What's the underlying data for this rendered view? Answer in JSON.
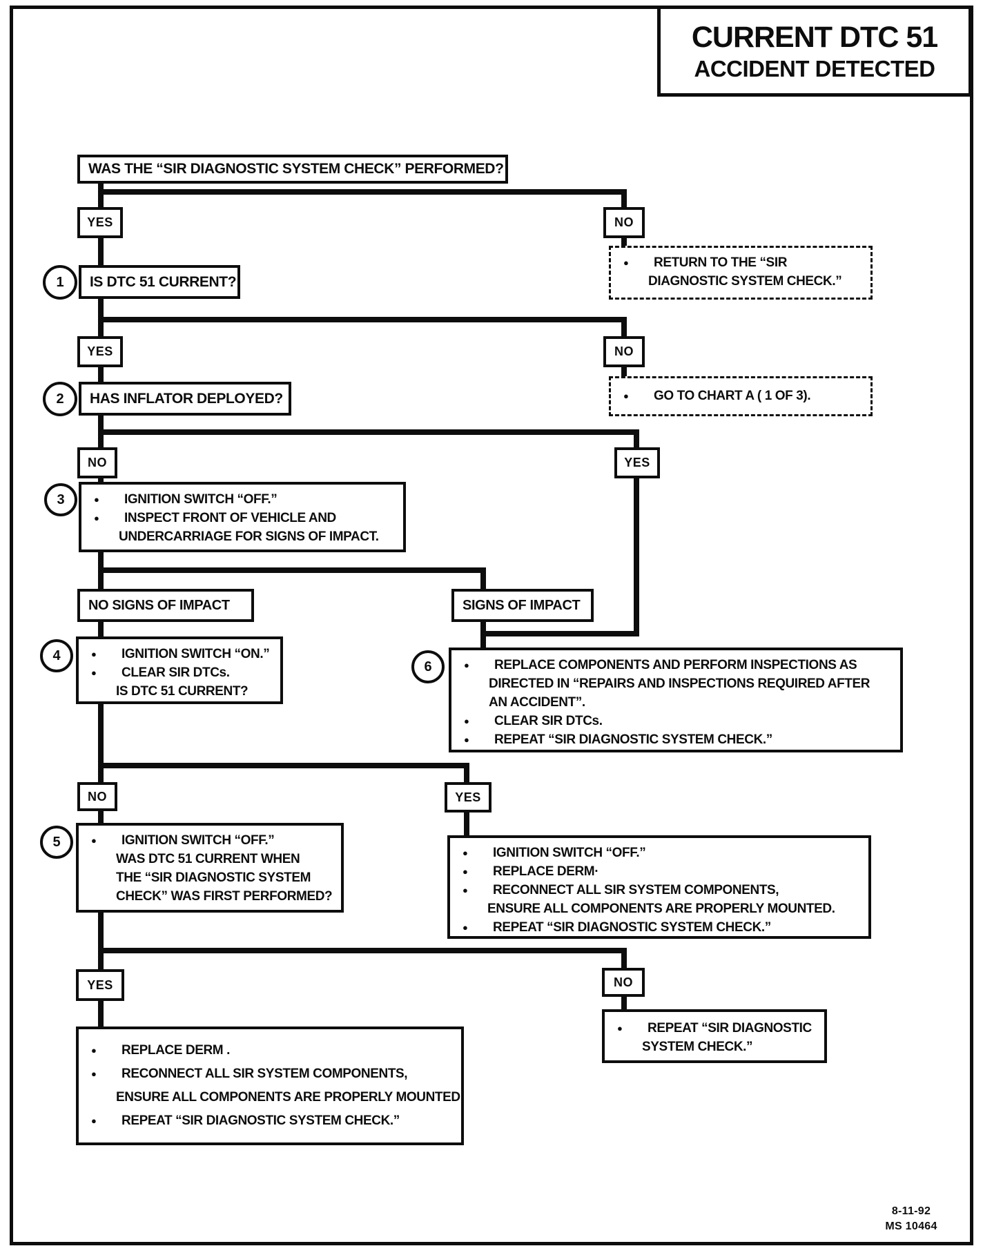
{
  "glyphs": {
    "bullet": "●"
  },
  "header": {
    "title_line1": "CURRENT DTC 51",
    "title_line2": "ACCIDENT DETECTED"
  },
  "labels": {
    "yes": "YES",
    "no": "NO",
    "no_signs": "NO SIGNS OF IMPACT",
    "signs": "SIGNS OF IMPACT"
  },
  "steps": {
    "s1": "1",
    "s2": "2",
    "s3": "3",
    "s4": "4",
    "s5": "5",
    "s6": "6"
  },
  "questions": {
    "q1": "WAS THE “SIR DIAGNOSTIC SYSTEM CHECK” PERFORMED?",
    "q2": "IS DTC 51 CURRENT?",
    "q3": "HAS INFLATOR DEPLOYED?"
  },
  "boxes": {
    "return_check": {
      "l1": "RETURN TO THE “SIR",
      "l2": "DIAGNOSTIC SYSTEM CHECK.”"
    },
    "goto_chart": {
      "l1": "GO TO CHART A ( 1 OF 3)."
    },
    "box3": {
      "l1": "IGNITION SWITCH “OFF.”",
      "l2": "INSPECT FRONT OF VEHICLE AND",
      "l3": "UNDERCARRIAGE FOR SIGNS OF IMPACT."
    },
    "box4": {
      "l1": "IGNITION SWITCH “ON.”",
      "l2": "CLEAR SIR DTCs.",
      "l3": "IS DTC 51 CURRENT?"
    },
    "box6": {
      "l1": "REPLACE COMPONENTS AND PERFORM INSPECTIONS AS",
      "l2": "DIRECTED IN “REPAIRS AND INSPECTIONS REQUIRED AFTER",
      "l3": "AN ACCIDENT”.",
      "l4": "CLEAR SIR DTCs.",
      "l5": "REPEAT “SIR DIAGNOSTIC SYSTEM CHECK.”"
    },
    "box5": {
      "l1": "IGNITION SWITCH “OFF.”",
      "l2": "WAS DTC 51 CURRENT WHEN",
      "l3": "THE “SIR DIAGNOSTIC SYSTEM",
      "l4": "CHECK” WAS FIRST PERFORMED?"
    },
    "yes5": {
      "l1": "IGNITION SWITCH “OFF.”",
      "l2": "REPLACE DERM·",
      "l3": "RECONNECT ALL SIR SYSTEM COMPONENTS,",
      "l4": "ENSURE ALL COMPONENTS ARE PROPERLY MOUNTED.",
      "l5": "REPEAT “SIR DIAGNOSTIC SYSTEM CHECK.”"
    },
    "final_yes": {
      "l1": "REPLACE DERM .",
      "l2": "RECONNECT ALL SIR SYSTEM COMPONENTS,",
      "l3": "ENSURE ALL COMPONENTS ARE PROPERLY MOUNTED.",
      "l4": "REPEAT “SIR DIAGNOSTIC SYSTEM CHECK.”"
    },
    "final_no": {
      "l1": "REPEAT “SIR DIAGNOSTIC",
      "l2": "SYSTEM CHECK.”"
    }
  },
  "footer": {
    "date": "8-11-92",
    "doc_id": "MS 10464"
  },
  "colors": {
    "ink": "#0d0d0d",
    "paper": "#ffffff"
  }
}
